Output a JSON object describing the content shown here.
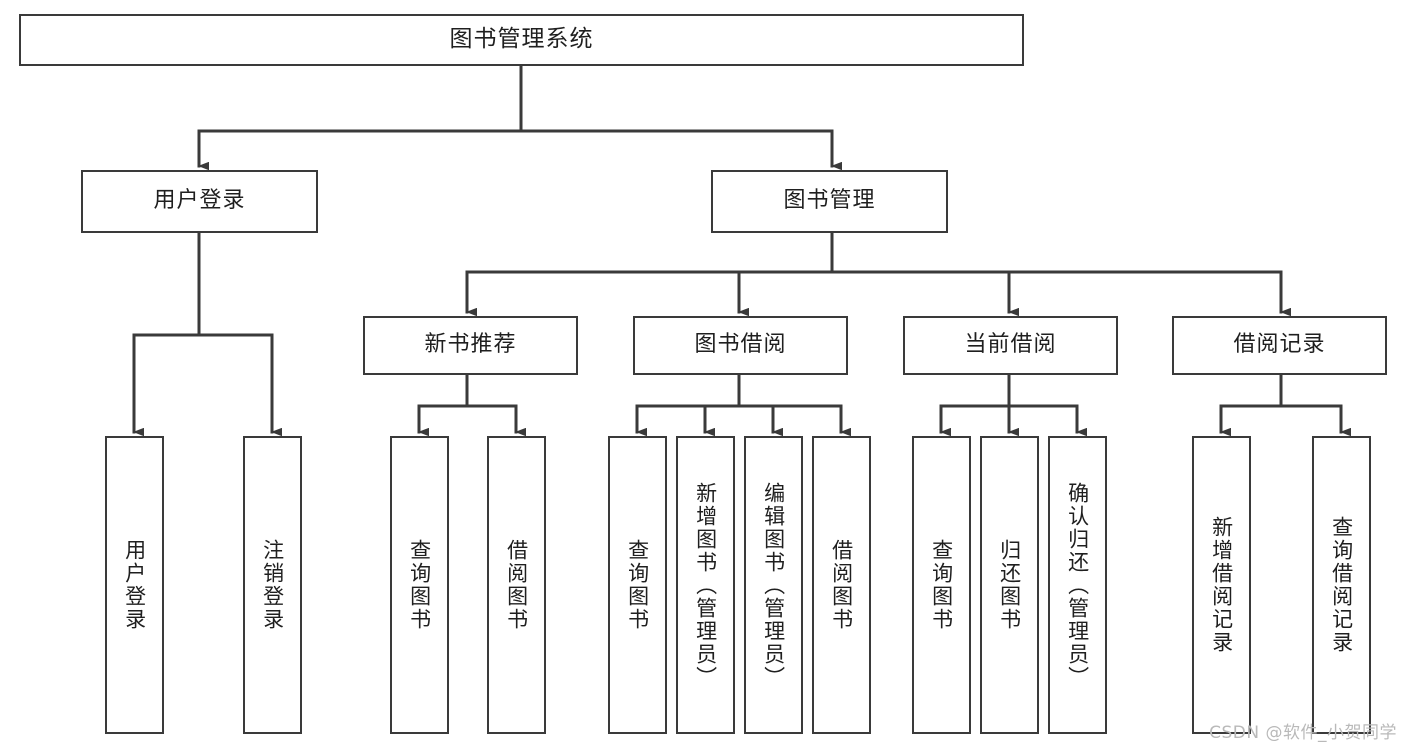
{
  "diagram": {
    "title": "图书管理系统",
    "type": "tree",
    "stroke_color": "#3a3a3a",
    "fill_color": "#ffffff",
    "text_color": "#1f1f1f",
    "nodes": {
      "root": {
        "label": "图书管理系统"
      },
      "level2": [
        {
          "id": "user-login",
          "label": "用户登录"
        },
        {
          "id": "book-management",
          "label": "图书管理"
        }
      ],
      "level3": [
        {
          "id": "new-book-recommend",
          "label": "新书推荐"
        },
        {
          "id": "book-borrow",
          "label": "图书借阅"
        },
        {
          "id": "current-borrow",
          "label": "当前借阅"
        },
        {
          "id": "borrow-record",
          "label": "借阅记录"
        }
      ],
      "leaves": {
        "user_login": [
          {
            "id": "leaf-user-login",
            "label": "用户登录"
          },
          {
            "id": "leaf-logout-login",
            "label": "注销登录"
          }
        ],
        "new_book_recommend": [
          {
            "id": "leaf-query-book-1",
            "label": "查询图书"
          },
          {
            "id": "leaf-borrow-book-1",
            "label": "借阅图书"
          }
        ],
        "book_borrow": [
          {
            "id": "leaf-query-book-2",
            "label": "查询图书"
          },
          {
            "id": "leaf-add-book",
            "label": "新增图书（管理员）"
          },
          {
            "id": "leaf-edit-book",
            "label": "编辑图书（管理员）"
          },
          {
            "id": "leaf-borrow-book-2",
            "label": "借阅图书"
          }
        ],
        "current_borrow": [
          {
            "id": "leaf-query-book-3",
            "label": "查询图书"
          },
          {
            "id": "leaf-return-book",
            "label": "归还图书"
          },
          {
            "id": "leaf-confirm-return",
            "label": "确认归还（管理员）"
          }
        ],
        "borrow_record": [
          {
            "id": "leaf-add-borrow-record",
            "label": "新增借阅记录"
          },
          {
            "id": "leaf-query-borrow-record",
            "label": "查询借阅记录"
          }
        ]
      }
    }
  },
  "watermark": {
    "text": "CSDN @软件_小贺同学"
  }
}
